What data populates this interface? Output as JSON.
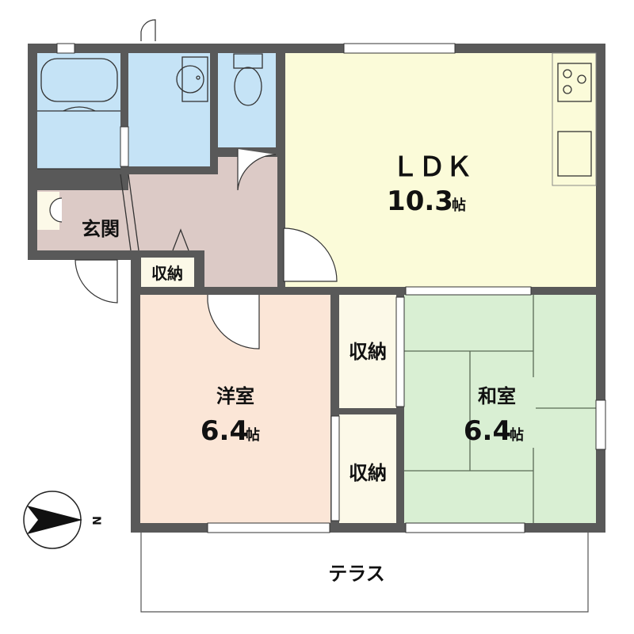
{
  "rooms": {
    "ldk": {
      "name": "ＬＤＫ",
      "size": "10.3",
      "unit": "帖"
    },
    "western": {
      "name": "洋室",
      "size": "6.4",
      "unit": "帖"
    },
    "japanese": {
      "name": "和室",
      "size": "6.4",
      "unit": "帖"
    },
    "entrance": {
      "name": "玄関"
    },
    "storage_hall": {
      "name": "収納"
    },
    "storage_upper": {
      "name": "収納"
    },
    "storage_lower": {
      "name": "収納"
    },
    "terrace": {
      "name": "テラス"
    }
  },
  "compass": {
    "label": "N"
  },
  "colors": {
    "wall": "#595959",
    "wet_area": "#c5e3f6",
    "ldk": "#fbfbd9",
    "hall": "#dccac6",
    "western": "#fbe6d7",
    "japanese": "#d9efd3",
    "storage": "#fcf9e8"
  }
}
